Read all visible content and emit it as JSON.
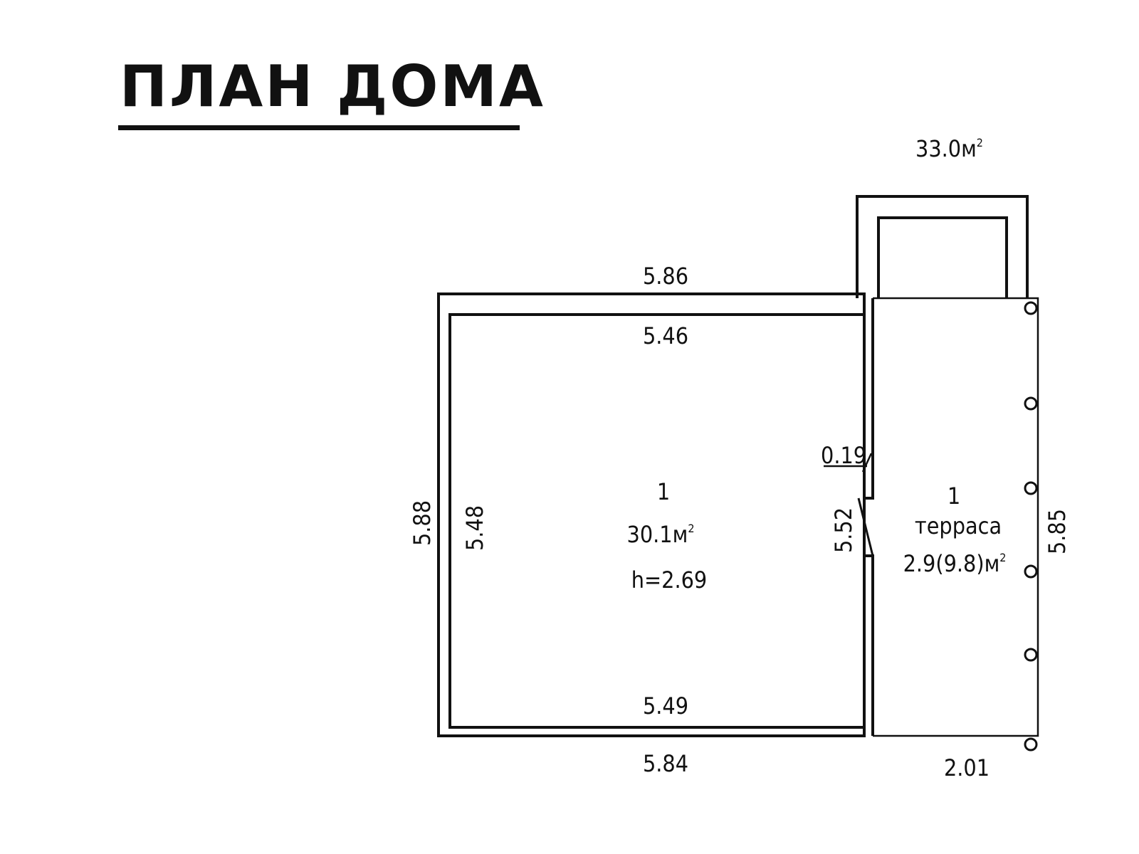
{
  "title": "ПЛАН ДОМА",
  "total_area": {
    "value": "33.0м",
    "sup": "2"
  },
  "room": {
    "number": "1",
    "area": "30.1м",
    "area_sup": "2",
    "height": "h=2.69"
  },
  "terrace": {
    "number": "1",
    "name": "терраса",
    "area": "2.9(9.8)м",
    "area_sup": "2"
  },
  "dimensions": {
    "outer_top": "5.86",
    "inner_top": "5.46",
    "inner_bottom": "5.49",
    "outer_bottom": "5.84",
    "outer_left": "5.88",
    "inner_left": "5.48",
    "inner_right": "5.52",
    "wall_thickness": "0.19",
    "terrace_right": "5.85",
    "terrace_bottom": "2.01"
  }
}
